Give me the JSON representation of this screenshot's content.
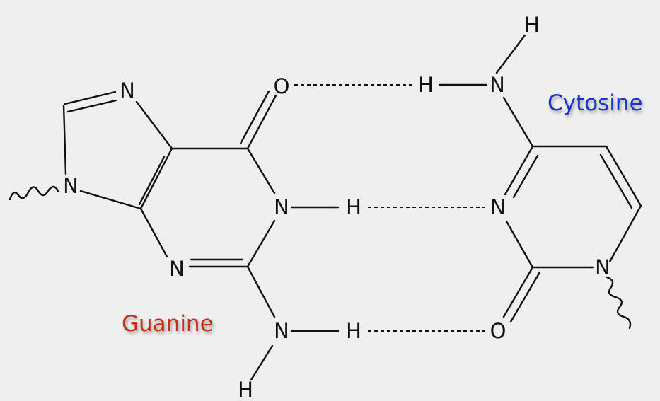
{
  "colors": {
    "background": "#efefef",
    "bond": "#111111",
    "guanine_label": "#c62d1f",
    "cytosine_label": "#1f35c9"
  },
  "labels": {
    "guanine": "Guanine",
    "cytosine": "Cytosine"
  },
  "atoms": {
    "guanine": {
      "imidazole_n_top": "N",
      "ring_n_left": "N",
      "pyrimidine_n_bottom": "N",
      "carbonyl_o": "O",
      "n1": "N",
      "h1": "H",
      "amino_n": "N",
      "amino_h_right": "H",
      "amino_h_bottom": "H"
    },
    "cytosine": {
      "amino_h_top": "H",
      "amino_h_left": "H",
      "amino_n": "N",
      "n3": "N",
      "n1": "N",
      "carbonyl_o": "O"
    }
  }
}
